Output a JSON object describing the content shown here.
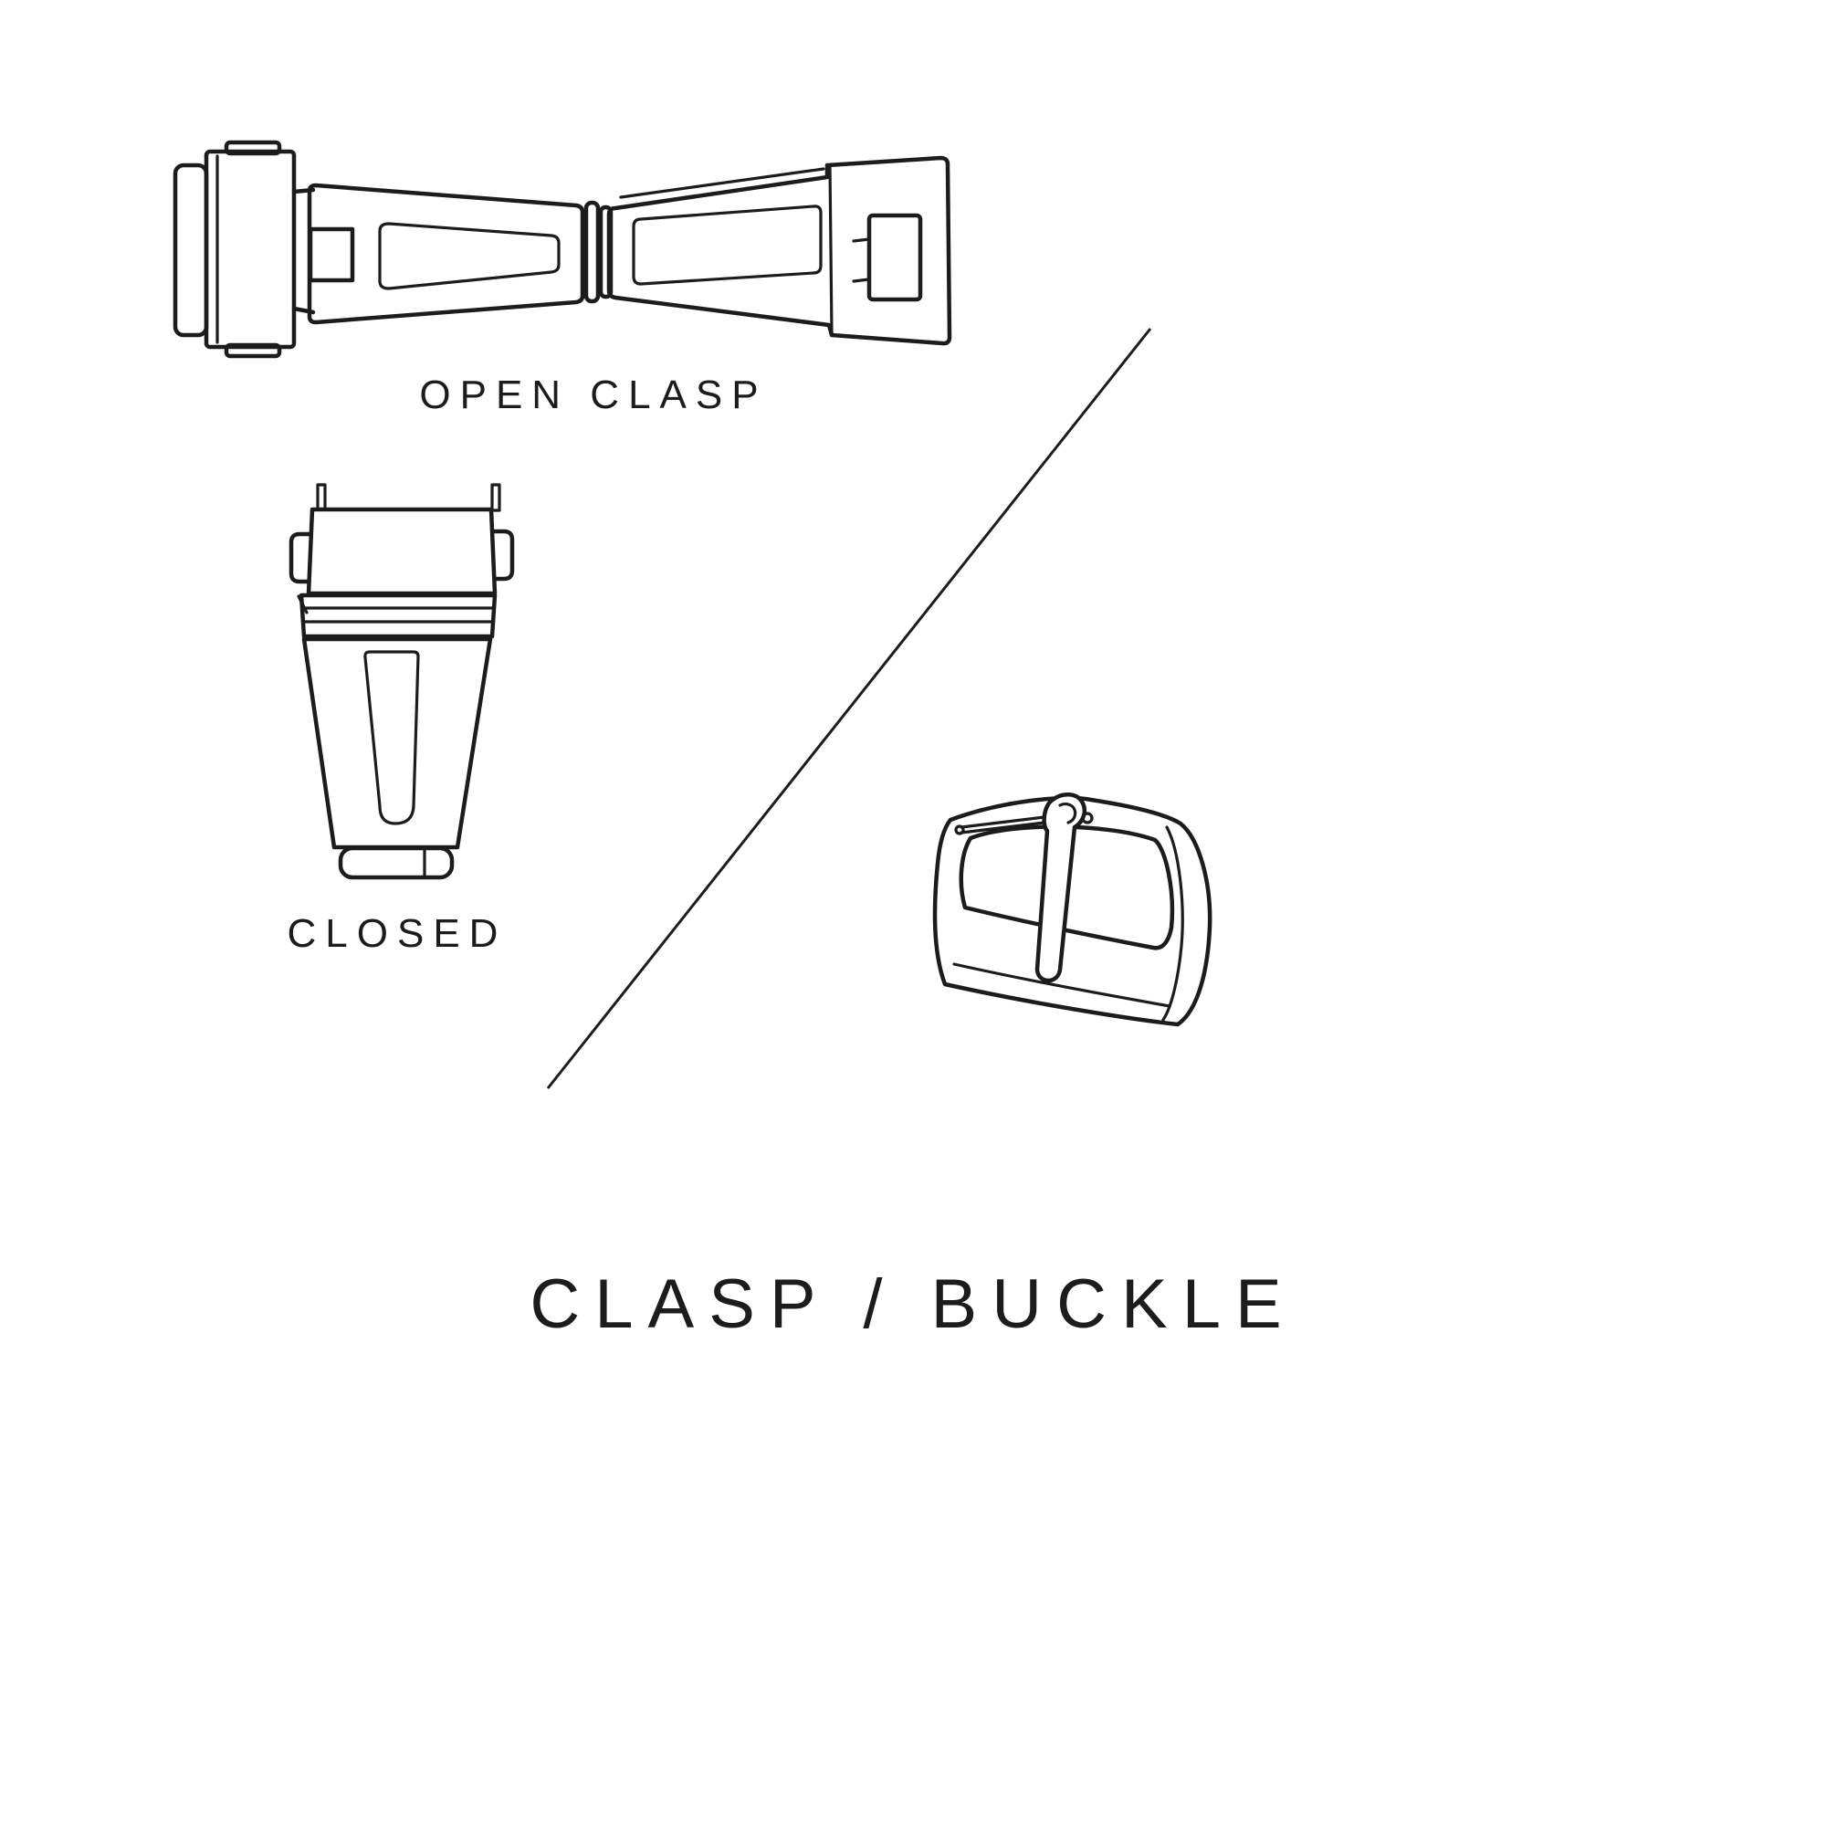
{
  "title": "CLASP / BUCKLE",
  "labels": {
    "open_clasp": "OPEN CLASP",
    "closed_clasp": "CLOSED"
  },
  "illustrations": {
    "open_clasp": "open-clasp-drawing",
    "closed_clasp": "closed-clasp-drawing",
    "tang_buckle": "tang-buckle-drawing",
    "divider": "diagonal-divider-line"
  },
  "colors": {
    "ink": "#1c1c1c",
    "background": "#ffffff"
  }
}
